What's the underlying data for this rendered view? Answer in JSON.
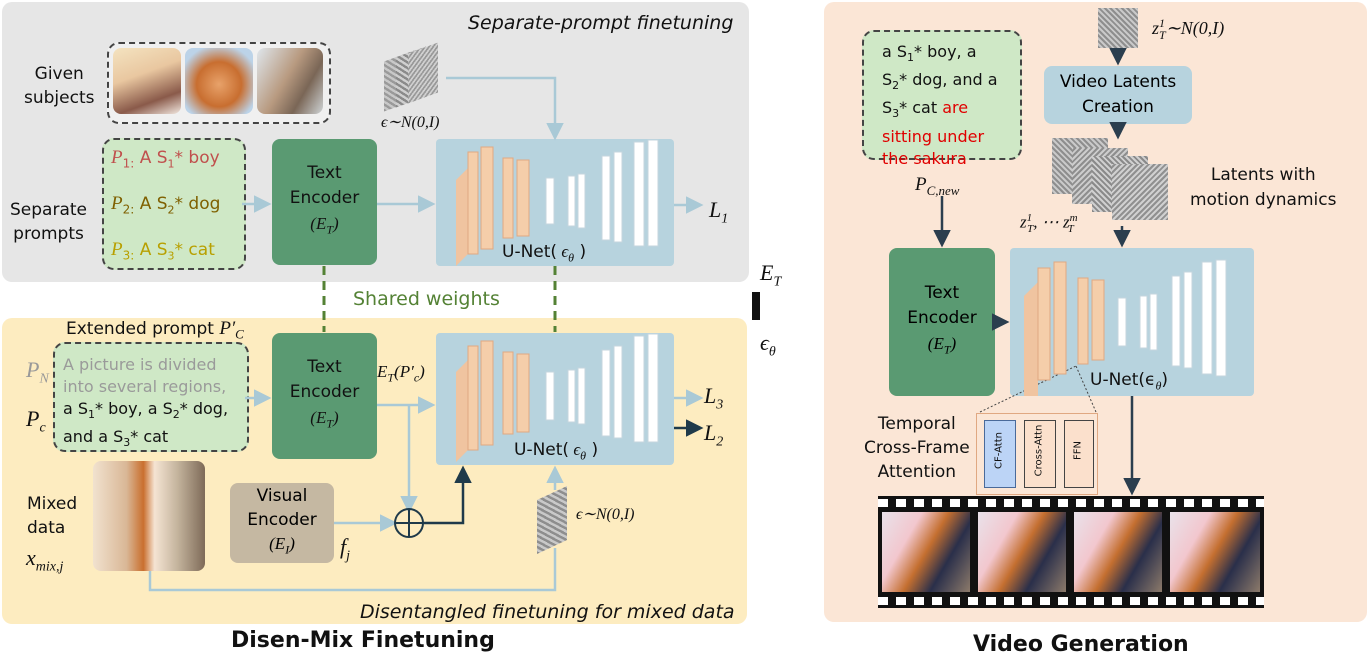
{
  "left_title": "Disen-Mix Finetuning",
  "right_title": "Video Generation",
  "separate_section": {
    "caption": "Separate-prompt finetuning",
    "given_subjects": [
      "Given",
      "subjects"
    ],
    "separate_prompts": [
      "Separate",
      "prompts"
    ],
    "noise_label": "ϵ∼N(0,I)",
    "prompts": [
      {
        "id": "P",
        "sub": "1:",
        "text": "A S",
        "s_sub": "1",
        "rest": "* boy",
        "color": "#c0504d"
      },
      {
        "id": "P",
        "sub": "2:",
        "text": "A S",
        "s_sub": "2",
        "rest": "* dog",
        "color": "#7f6000"
      },
      {
        "id": "P",
        "sub": "3:",
        "text": "A S",
        "s_sub": "3",
        "rest": "* cat",
        "color": "#b8a000"
      }
    ],
    "text_encoder": [
      "Text",
      "Encoder",
      "(E",
      "T",
      ")"
    ],
    "unet_label": "U-Net(",
    "unet_eps": "ϵ",
    "unet_theta": "θ",
    "loss": "L",
    "loss_sub": "1"
  },
  "shared_weights": "Shared weights",
  "disentangled_section": {
    "caption": "Disentangled finetuning for mixed data",
    "extended_prompt": "Extended prompt P′",
    "extended_prompt_sub": "C",
    "pn": "P",
    "pn_sub": "N",
    "pc": "P",
    "pc_sub": "c",
    "grey_lines": [
      "A picture is divided",
      "into several regions,"
    ],
    "black_lines": [
      "a S",
      "1",
      "* boy, a S",
      "2",
      "* dog,",
      "and a S",
      "3",
      "* cat"
    ],
    "text_encoder": [
      "Text",
      "Encoder",
      "(E",
      "T",
      ")"
    ],
    "et_label": "E",
    "et_sub": "T",
    "et_arg": "(P′",
    "et_arg_sub": "c",
    "et_close": ")",
    "mixed_data": [
      "Mixed",
      "data"
    ],
    "x_mix": "x",
    "x_mix_sub": "mix,j",
    "visual_encoder": [
      "Visual",
      "Encoder",
      "(E",
      "I",
      ")"
    ],
    "fj": "f",
    "fj_sub": "j",
    "unet_label": "U-Net(",
    "noise_label": "ϵ∼N(0,I)",
    "loss3": "L",
    "loss3_sub": "3",
    "loss2": "L",
    "loss2_sub": "2"
  },
  "transfer": {
    "et": "E",
    "et_sub": "T",
    "eps": "ϵ",
    "eps_sub": "θ"
  },
  "video_section": {
    "prompt_lines": [
      "a S",
      "1",
      "* boy, a",
      "S",
      "2",
      "* dog, and a",
      "S",
      "3",
      "* cat",
      "are",
      "sitting under",
      "the sakura"
    ],
    "highlight_color": "#e00000",
    "noise_label": "z",
    "noise_sup": "1",
    "noise_sub": "T",
    "noise_rest": "∼N(0,I)",
    "latents_box": [
      "Video Latents",
      "Creation"
    ],
    "latents_caption": [
      "Latents with",
      "motion dynamics"
    ],
    "z_seq": "z",
    "z_seq_rest": ", ⋯ z",
    "z_seq_sup_1": "1",
    "z_seq_sup_m": "m",
    "z_seq_sub": "T",
    "pc_new": "P",
    "pc_new_sub": "C,new",
    "text_encoder": [
      "Text",
      "Encoder",
      "(E",
      "T",
      ")"
    ],
    "unet_label": "U-Net(ϵ",
    "unet_sub": "θ",
    "unet_close": ")",
    "temporal": [
      "Temporal",
      "Cross-Frame",
      "Attention"
    ],
    "attn_blocks": [
      "CF-Attn",
      "Cross-Attn",
      "FFN"
    ]
  },
  "colors": {
    "gray_panel": "#e6e6e6",
    "yellow_panel": "#fdecc0",
    "peach_panel": "#fbe6d6",
    "encoder_green": "#5a9a72",
    "unet_bg": "#b7d3de",
    "visual_encoder": "#c5b8a2",
    "prompt_green": "#cfe8c6",
    "dashed_green": "#548235"
  }
}
